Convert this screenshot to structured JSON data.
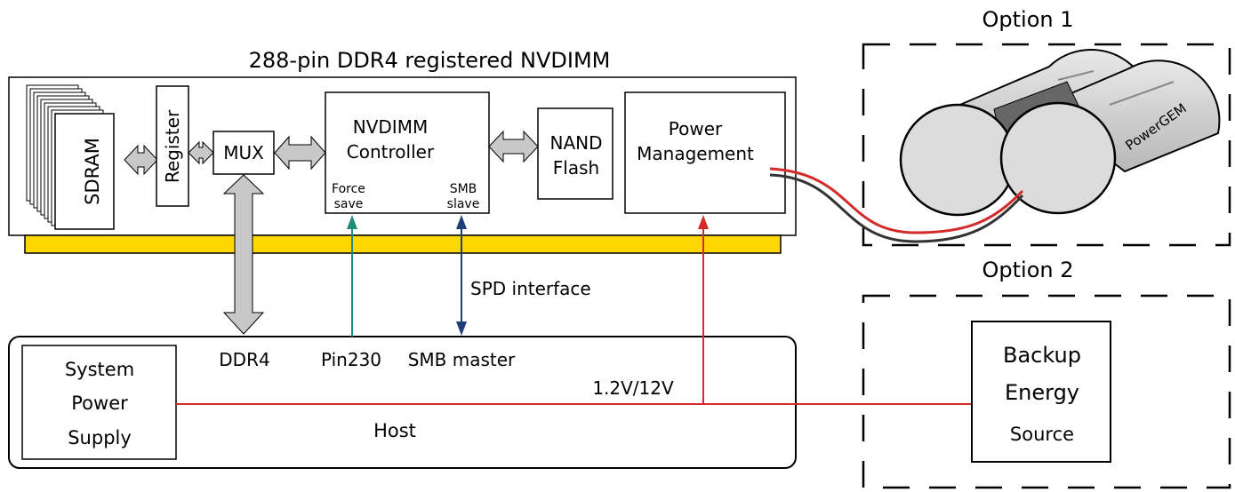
{
  "module": {
    "title": "288-pin DDR4 registered NVDIMM",
    "sdram_label": "SDRAM",
    "register_label": "Register",
    "mux_label": "MUX",
    "controller_line1": "NVDIMM",
    "controller_line2": "Controller",
    "force_save_line1": "Force",
    "force_save_line2": "save",
    "smb_slave_line1": "SMB",
    "smb_slave_line2": "slave",
    "nand_line1": "NAND",
    "nand_line2": "Flash",
    "power_line1": "Power",
    "power_line2": "Management"
  },
  "host": {
    "label": "Host",
    "ddr4_label": "DDR4",
    "pin230_label": "Pin230",
    "smb_master_label": "SMB master",
    "voltage_label": "1.2V/12V",
    "spd_interface_label": "SPD interface",
    "psu_line1": "System",
    "psu_line2": "Power",
    "psu_line3": "Supply"
  },
  "option1": {
    "title": "Option 1",
    "brand": "PowerGEM"
  },
  "option2": {
    "title": "Option 2",
    "backup_line1": "Backup",
    "backup_line2": "Energy",
    "backup_line3": "Source"
  },
  "colors": {
    "gold_edge": "#FFD700",
    "arrow_fill": "#C8C8C8",
    "force_save_line": "#1E8C7A",
    "spd_line": "#1F3F7A",
    "power_line": "#D42A2A"
  }
}
